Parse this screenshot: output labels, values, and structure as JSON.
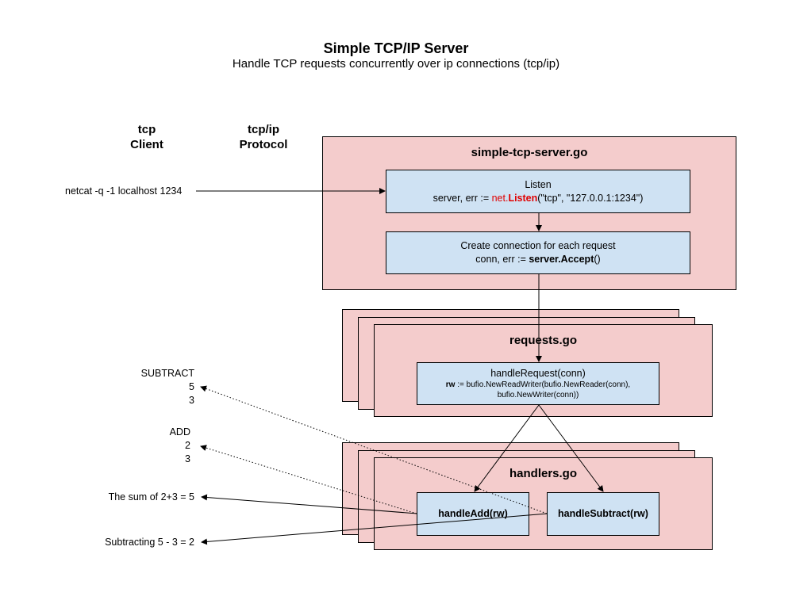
{
  "title": "Simple TCP/IP Server",
  "subtitle": "Handle TCP requests concurrently over ip connections (tcp/ip)",
  "columns": {
    "client": [
      "tcp",
      "Client"
    ],
    "protocol": [
      "tcp/ip",
      "Protocol"
    ]
  },
  "client_command": "netcat -q -1 localhost 1234",
  "server_file": "simple-tcp-server.go",
  "listen": {
    "heading": "Listen",
    "code_prefix": "server, err := ",
    "code_pkg": "net.",
    "code_func": "Listen",
    "code_suffix": "(\"tcp\", \"127.0.0.1:1234\")"
  },
  "accept": {
    "heading": "Create connection for each request",
    "code_prefix": "conn, err := ",
    "code_call": "server.Accept",
    "code_suffix": "()"
  },
  "requests_file": "requests.go",
  "handle_request": {
    "heading": "handleRequest(conn)",
    "line1_bold": "rw",
    "line1_rest": " := bufio.NewReadWriter(bufio.NewReader(conn),",
    "line2": "bufio.NewWriter(conn))"
  },
  "handlers_file": "handlers.go",
  "handle_add": "handleAdd(rw)",
  "handle_subtract": "handleSubtract(rw)",
  "inputs": {
    "subtract": [
      "SUBTRACT",
      "5",
      "3"
    ],
    "add": [
      "ADD",
      "2",
      "3"
    ]
  },
  "outputs": {
    "sum": "The sum of 2+3 = 5",
    "difference": "Subtracting 5 - 3 = 2"
  }
}
